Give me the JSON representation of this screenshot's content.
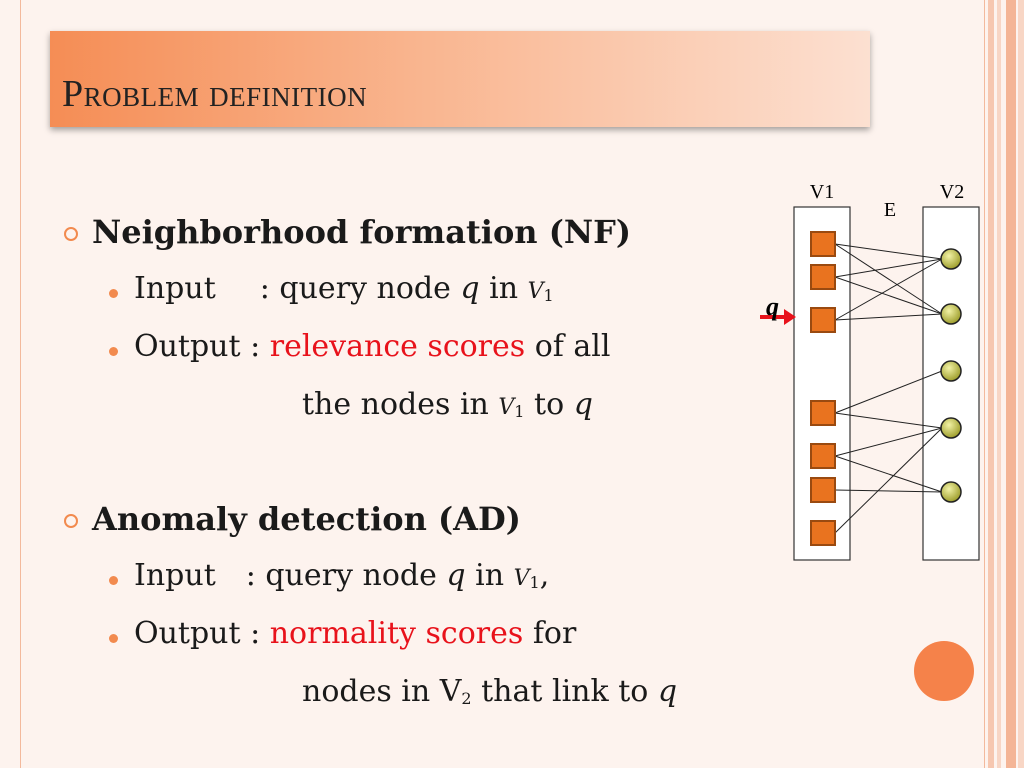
{
  "slide": {
    "title": "Problem definition",
    "nf": {
      "heading": "Neighborhood formation (NF)",
      "input_label": "Input",
      "input_sep": ": query node ",
      "input_q": "q",
      "input_in": " in ",
      "input_v": "V",
      "input_sub": "1",
      "output_label": "Output : ",
      "output_red": "relevance scores",
      "output_rest": " of all",
      "cont_text": "the nodes in ",
      "cont_v": "V",
      "cont_sub": "1",
      "cont_to": " to ",
      "cont_q": "q"
    },
    "ad": {
      "heading": "Anomaly detection (AD)",
      "input_label": "Input",
      "input_sep": ": query node ",
      "input_q": "q",
      "input_in": " in ",
      "input_v": "V",
      "input_sub": "1",
      "input_end": ",",
      "output_label": "Output : ",
      "output_red": "normality scores",
      "output_rest": " for",
      "cont_text": "nodes in V",
      "cont_sub": "2",
      "cont_rest": " that link to ",
      "cont_q": "q"
    }
  },
  "graph": {
    "label_v1": "V1",
    "label_v2": "V2",
    "label_e": "E",
    "label_q": "q",
    "colors": {
      "square": "#e9731f",
      "circle": "#c8c850",
      "arrow": "#e8121b"
    },
    "icons": {
      "v1_node": "square",
      "v2_node": "circle"
    }
  }
}
